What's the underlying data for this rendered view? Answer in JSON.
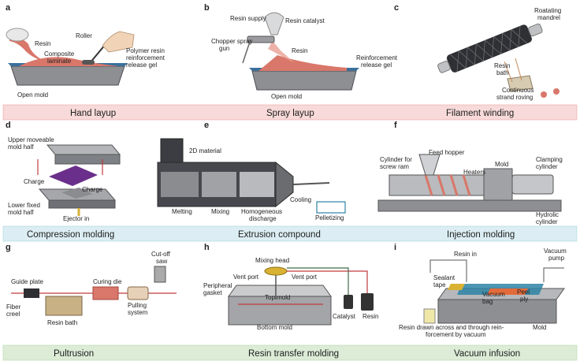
{
  "colors": {
    "band_pink": "#f7dad9",
    "band_pink_line": "#e9a6a4",
    "band_blue": "#dceef3",
    "band_blue_line": "#a9d2dd",
    "band_green": "#dcecd7",
    "band_green_line": "#b7d7ac",
    "resin": "#d8776a",
    "mold_gray": "#8d8f93",
    "mold_dark": "#4c4e53",
    "accent_blue": "#2d83a6"
  },
  "panels": [
    {
      "letter": "a",
      "caption": "Hand layup",
      "labels": [
        "Resin",
        "Roller",
        "Composite",
        "laminate",
        "Polymer resin",
        "reinforcement",
        "release gel",
        "Open mold"
      ]
    },
    {
      "letter": "b",
      "caption": "Spray layup",
      "labels": [
        "Resin supply",
        "Resin catalyst",
        "Chopper spray",
        "gun",
        "Resin",
        "Reinforcement",
        "release gel",
        "Open mold"
      ]
    },
    {
      "letter": "c",
      "caption": "Filament winding",
      "labels": [
        "Roatating",
        "mandrel",
        "Resin",
        "bath",
        "Continuous",
        "strand roving"
      ]
    },
    {
      "letter": "d",
      "caption": "Compression molding",
      "labels": [
        "Upper moveable",
        "mold half",
        "Charge",
        "Charge",
        "Lower fixed",
        "mold half",
        "Ejector in"
      ]
    },
    {
      "letter": "e",
      "caption": "Extrusion compound",
      "labels": [
        "2D material",
        "Melting",
        "Mixing",
        "Homogeneous",
        "discharge",
        "Cooling",
        "Pelletizing"
      ]
    },
    {
      "letter": "f",
      "caption": "Injection molding",
      "labels": [
        "Feed hopper",
        "Cylinder for",
        "screw ram",
        "Heaters",
        "Mold",
        "Clamping",
        "cylinder",
        "Hydrolic",
        "cylinder"
      ]
    },
    {
      "letter": "g",
      "caption": "Pultrusion",
      "labels": [
        "Cut-off",
        "saw",
        "Guide plate",
        "Fiber",
        "creel",
        "Curing die",
        "Pulling",
        "system",
        "Resin bath"
      ]
    },
    {
      "letter": "h",
      "caption": "Resin transfer molding",
      "labels": [
        "Mixing head",
        "Vent port",
        "Vent port",
        "Peripheral",
        "gasket",
        "Top mold",
        "Bottom mold",
        "Catalyst",
        "Resin"
      ]
    },
    {
      "letter": "i",
      "caption": "Vacuum infusion",
      "labels": [
        "Resin in",
        "Vacuum",
        "pump",
        "Sealant",
        "tape",
        "Vacuum",
        "bag",
        "Peel",
        "ply",
        "Resin drawn across and through rein-",
        "forcement by vacuum",
        "Mold"
      ]
    }
  ]
}
